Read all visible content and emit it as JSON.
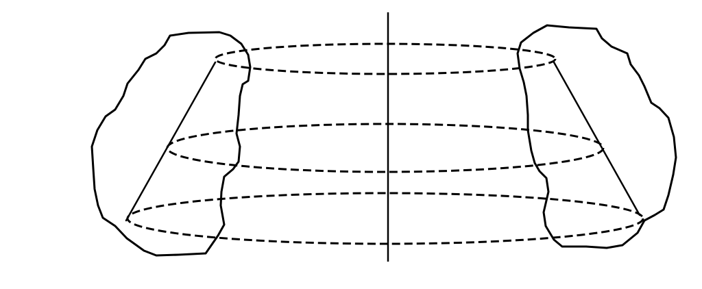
{
  "colors": {
    "stroke": "#000000",
    "background": "#ffffff"
  },
  "diagram": {
    "kind": "solid of revolution sketch",
    "rings_count_shown": 3,
    "dashed_rings": true,
    "generating_segment_on_each_side": true,
    "axis_of_rotation": "vertical"
  }
}
